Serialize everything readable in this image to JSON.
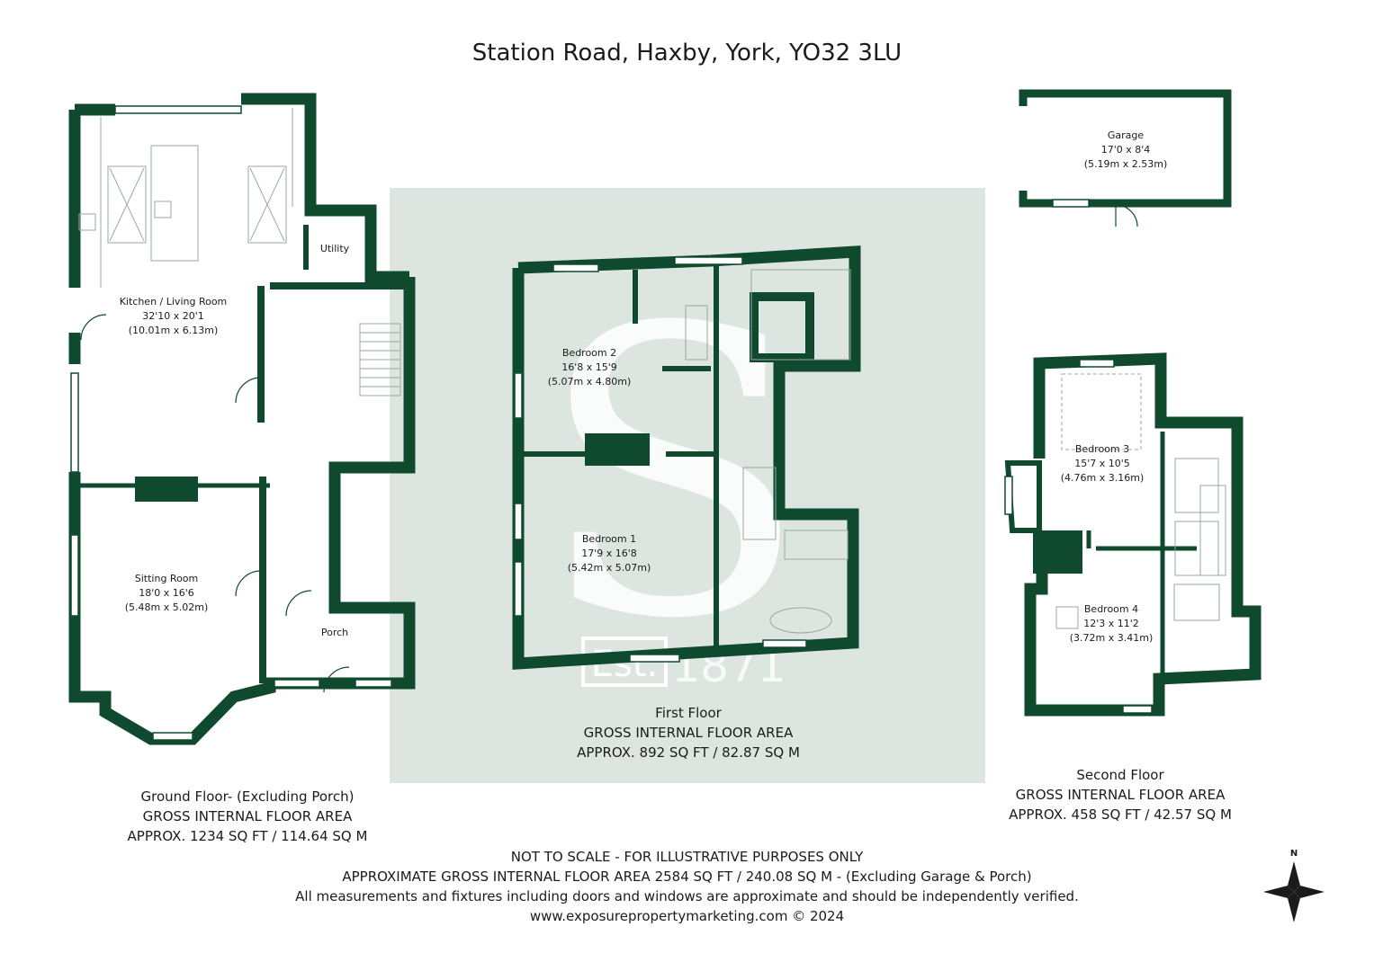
{
  "title": "Station Road, Haxby, York, YO32 3LU",
  "colors": {
    "wall": "#0f4a2f",
    "panel": "#dde5e0",
    "watermark": "#ffffff",
    "line": "#9aa8a0"
  },
  "watermark": {
    "monogram": "S",
    "est": "Est.",
    "year": "1871"
  },
  "rooms": {
    "kitchen": {
      "name": "Kitchen / Living Room",
      "imperial": "32'10 x 20'1",
      "metric": "(10.01m x 6.13m)"
    },
    "utility": {
      "name": "Utility"
    },
    "sitting": {
      "name": "Sitting Room",
      "imperial": "18'0 x 16'6",
      "metric": "(5.48m x 5.02m)"
    },
    "porch": {
      "name": "Porch"
    },
    "bedroom2": {
      "name": "Bedroom 2",
      "imperial": "16'8 x 15'9",
      "metric": "(5.07m x 4.80m)"
    },
    "bedroom1": {
      "name": "Bedroom 1",
      "imperial": "17'9 x 16'8",
      "metric": "(5.42m x 5.07m)"
    },
    "garage": {
      "name": "Garage",
      "imperial": "17'0 x 8'4",
      "metric": "(5.19m x 2.53m)"
    },
    "bedroom3": {
      "name": "Bedroom 3",
      "imperial": "15'7 x 10'5",
      "metric": "(4.76m x 3.16m)"
    },
    "bedroom4": {
      "name": "Bedroom 4",
      "imperial": "12'3 x 11'2",
      "metric": "(3.72m x 3.41m)"
    }
  },
  "floors": {
    "ground": {
      "line1": "Ground Floor- (Excluding Porch)",
      "line2": "GROSS INTERNAL FLOOR AREA",
      "line3": "APPROX. 1234 SQ FT / 114.64 SQ M"
    },
    "first": {
      "line1": "First Floor",
      "line2": "GROSS INTERNAL FLOOR AREA",
      "line3": "APPROX. 892 SQ FT / 82.87 SQ M"
    },
    "second": {
      "line1": "Second Floor",
      "line2": "GROSS INTERNAL FLOOR AREA",
      "line3": "APPROX. 458 SQ FT / 42.57 SQ M"
    }
  },
  "footer": {
    "line1": "NOT TO SCALE - FOR ILLUSTRATIVE PURPOSES ONLY",
    "line2": "APPROXIMATE GROSS INTERNAL FLOOR AREA 2584 SQ FT / 240.08 SQ M - (Excluding Garage & Porch)",
    "line3": "All measurements and fixtures including doors and windows are approximate and should be independently verified.",
    "line4": "www.exposurepropertymarketing.com © 2024"
  },
  "compass": {
    "label": "N",
    "icon": "compass-rose-icon"
  }
}
